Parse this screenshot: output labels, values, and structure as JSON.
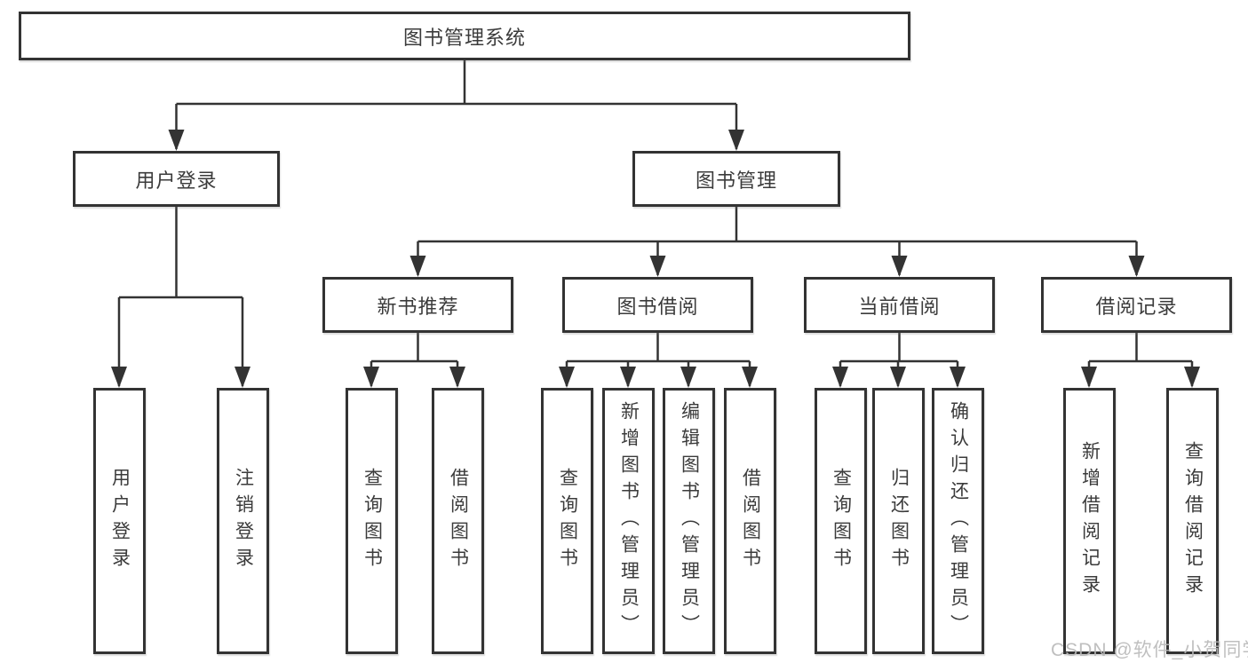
{
  "tree": {
    "label": "图书管理系统",
    "children": [
      {
        "label": "用户登录",
        "children": [
          {
            "label": "用户登录"
          },
          {
            "label": "注销登录"
          }
        ]
      },
      {
        "label": "图书管理",
        "children": [
          {
            "label": "新书推荐",
            "children": [
              {
                "label": "查询图书"
              },
              {
                "label": "借阅图书"
              }
            ]
          },
          {
            "label": "图书借阅",
            "children": [
              {
                "label": "查询图书"
              },
              {
                "label": "新增图书（管理员）"
              },
              {
                "label": "编辑图书（管理员）"
              },
              {
                "label": "借阅图书"
              }
            ]
          },
          {
            "label": "当前借阅",
            "children": [
              {
                "label": "查询图书"
              },
              {
                "label": "归还图书"
              },
              {
                "label": "确认归还（管理员）"
              }
            ]
          },
          {
            "label": "借阅记录",
            "children": [
              {
                "label": "新增借阅记录"
              },
              {
                "label": "查询借阅记录"
              }
            ]
          }
        ]
      }
    ]
  },
  "watermark": {
    "text": "CSDN @软件_小贺同学"
  },
  "colors": {
    "line": "#333333",
    "text": "#3b3b3b",
    "background": "#ffffff",
    "watermark_text": "#b9b9b9"
  }
}
